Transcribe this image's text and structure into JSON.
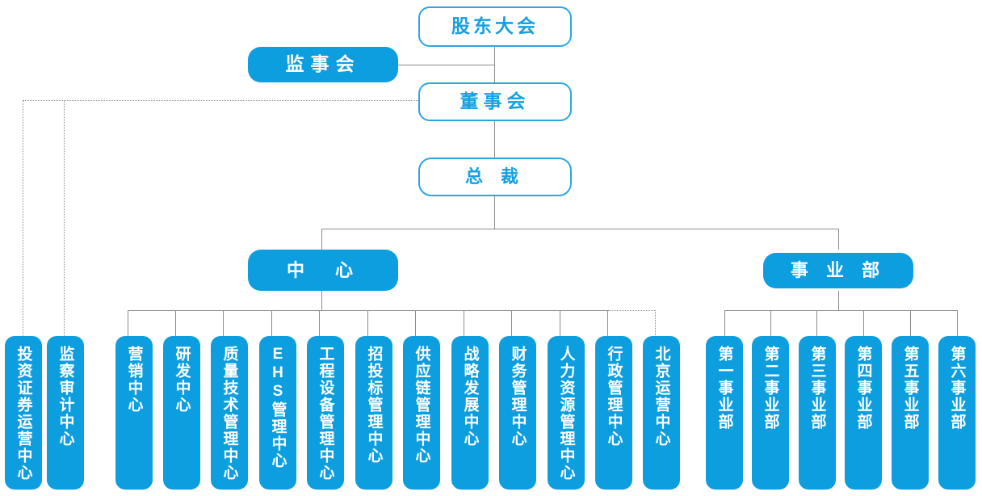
{
  "chart": {
    "title_text": "",
    "accent_fill": "#0d9ee0",
    "accent_border": "#2ba6e3",
    "line_color": "#8c8c8c",
    "white": "#ffffff"
  },
  "governance": {
    "shareholders_meeting": "股东大会",
    "board_of_supervisors": "监事会",
    "board_of_directors": "董事会",
    "president": "总  裁"
  },
  "groups": {
    "center": "中　心",
    "business_units": "事 业 部"
  },
  "board_direct": [
    {
      "label": "投资证券运营中心"
    },
    {
      "label": "监察审计中心"
    }
  ],
  "centers": [
    {
      "label": "营销中心"
    },
    {
      "label": "研发中心"
    },
    {
      "label": "质量技术管理中心"
    },
    {
      "label": "EHS管理中心"
    },
    {
      "label": "工程设备管理中心"
    },
    {
      "label": "招投标管理中心"
    },
    {
      "label": "供应链管理中心"
    },
    {
      "label": "战略发展中心"
    },
    {
      "label": "财务管理中心"
    },
    {
      "label": "人力资源管理中心"
    },
    {
      "label": "行政管理中心"
    },
    {
      "label": "北京运营中心"
    }
  ],
  "business_units": [
    {
      "label": "第一事业部"
    },
    {
      "label": "第二事业部"
    },
    {
      "label": "第三事业部"
    },
    {
      "label": "第四事业部"
    },
    {
      "label": "第五事业部"
    },
    {
      "label": "第六事业部"
    }
  ]
}
